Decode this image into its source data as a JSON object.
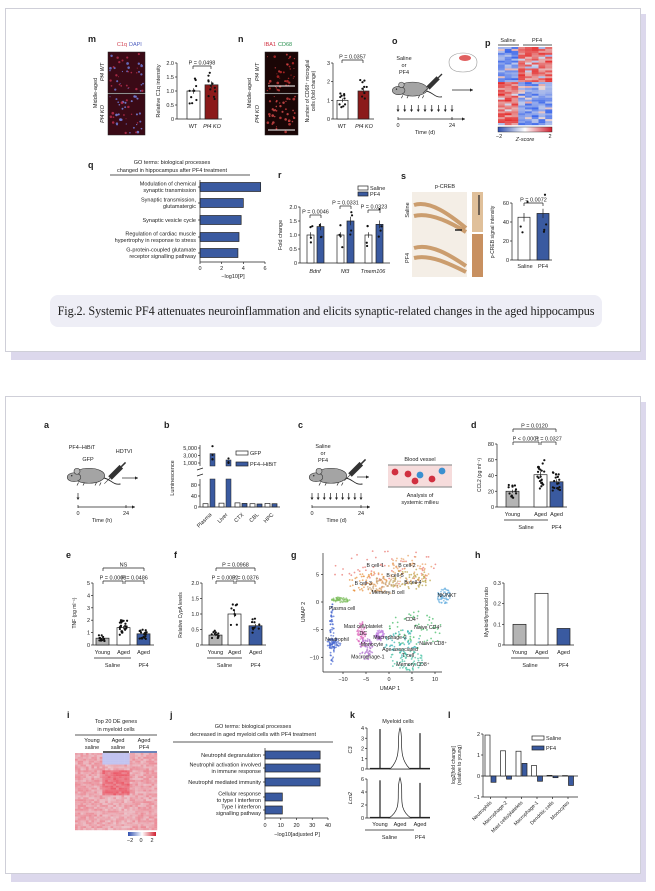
{
  "colors": {
    "pf4_blue": "#3a5aa0",
    "ko_red": "#8b1a1a",
    "young_gray": "#b4b4b4",
    "frame_shadow": "#dcd8ec",
    "caption_bg": "#eeeef6"
  },
  "upper_figure": {
    "caption": "Fig.2. Systemic PF4 attenuates neuroinflammation and elicits synaptic-related changes in the aged hippocampus",
    "panel_m": {
      "label": "m",
      "stain": [
        "C1q",
        "DAPI"
      ],
      "group": "Middle-aged",
      "rows": [
        "Pf4 WT",
        "Pf4 KO"
      ],
      "ylabel": "Relative C1q intensity",
      "yticks": [
        "0",
        "0.5",
        "1.0",
        "1.5",
        "2.0"
      ],
      "ylim": [
        0,
        2
      ],
      "categories": [
        "WT",
        "Pf4 KO"
      ],
      "values": [
        1.0,
        1.22
      ],
      "p_value": "P = 0.0498"
    },
    "panel_n": {
      "label": "n",
      "stain": [
        "IBA1",
        "CD68"
      ],
      "group": "Middle-aged",
      "rows": [
        "Pf4 WT",
        "Pf4 KO"
      ],
      "ylabel": [
        "Number of CD68⁺ microglial",
        "cells (fold change)"
      ],
      "yticks": [
        "0",
        "1",
        "2",
        "3"
      ],
      "ylim": [
        0,
        3
      ],
      "categories": [
        "WT",
        "Pf4 KO"
      ],
      "values": [
        1.0,
        1.5
      ],
      "p_value": "P = 0.0357"
    },
    "panel_o": {
      "label": "o",
      "treatment": [
        "Saline",
        "or",
        "PF4"
      ],
      "time_ticks": [
        "0",
        "24"
      ],
      "time_label": "Time (d)"
    },
    "panel_p": {
      "label": "p",
      "groups": [
        "Saline",
        "PF4"
      ],
      "scale_ticks": [
        "−2",
        "2"
      ],
      "scale_label": "Z-score"
    },
    "panel_q": {
      "label": "q",
      "title": [
        "GO terms: biological processes",
        "changed in hippocampus after PF4 treatment"
      ],
      "terms": [
        [
          "Modulation of chemical",
          "synaptic transmission"
        ],
        [
          "Synaptic transmission,",
          "glutamatergic"
        ],
        [
          "Synaptic vesicle cycle"
        ],
        [
          "Regulation of cardiac muscle",
          "hypertrophy in response to stress"
        ],
        [
          "G-protein-coupled glutamate",
          "receptor signalling pathway"
        ]
      ],
      "values": [
        5.6,
        4.0,
        3.8,
        3.6,
        3.5
      ],
      "xticks": [
        "0",
        "2",
        "4",
        "6"
      ],
      "xlim": [
        0,
        6
      ],
      "xlabel": "−log10[P]"
    },
    "panel_r": {
      "label": "r",
      "ylabel": "Fold change",
      "yticks": [
        "0",
        "0.5",
        "1.0",
        "1.5",
        "2.0"
      ],
      "ylim": [
        0,
        2
      ],
      "legend": [
        "Saline",
        "PF4"
      ],
      "genes": [
        "Bdnf",
        "Nf3",
        "Tmem106"
      ],
      "saline": [
        1.0,
        1.0,
        1.0
      ],
      "pf4": [
        1.3,
        1.5,
        1.38
      ],
      "p_values": [
        "P = 0.0046",
        "P = 0.0331",
        "P = 0.0323"
      ]
    },
    "panel_s": {
      "label": "s",
      "stain": "p-CREB",
      "rows": [
        "Saline",
        "PF4"
      ],
      "ylabel": "p-CREB signal intensity",
      "yticks": [
        "0",
        "20",
        "40",
        "60"
      ],
      "ylim": [
        0,
        60
      ],
      "categories": [
        "Saline",
        "PF4"
      ],
      "values": [
        45,
        49
      ],
      "p_value": "P = 0.0072"
    }
  },
  "lower_figure": {
    "panel_a": {
      "label": "a",
      "construct": "PF4–HiBiT",
      "control": "GFP",
      "method": "HDTVI",
      "time_ticks": [
        "0",
        "24"
      ],
      "time_label": "Time (h)"
    },
    "panel_b": {
      "label": "b",
      "ylabel": "Luminescence",
      "upper_ticks": [
        "1,000",
        "3,000",
        "5,000"
      ],
      "lower_ticks": [
        "0",
        "40",
        "80"
      ],
      "legend": [
        "GFP",
        "PF4–HiBiT"
      ],
      "tissues": [
        "Plasma",
        "Liver",
        "CTX",
        "CBL",
        "HPC"
      ],
      "gfp": [
        12,
        14,
        15,
        12,
        13
      ],
      "pf4_hibit": [
        3500,
        1800,
        13,
        11,
        12
      ]
    },
    "panel_c": {
      "label": "c",
      "treatment": [
        "Saline",
        "or",
        "PF4"
      ],
      "vessel_label": "Blood vessel",
      "analysis": [
        "Analysis of",
        "systemic milieu"
      ],
      "time_ticks": [
        "0",
        "24"
      ],
      "time_label": "Time (d)"
    },
    "panel_d": {
      "label": "d",
      "ylabel": "CCL2 (pg ml⁻¹)",
      "yticks": [
        "0",
        "20",
        "40",
        "60",
        "80"
      ],
      "ylim": [
        0,
        80
      ],
      "categories": [
        "Young",
        "Aged",
        "Aged"
      ],
      "groups": [
        "Saline",
        "PF4"
      ],
      "values": [
        20,
        41,
        32
      ],
      "p_values": [
        "P = 0.0120",
        "P < 0.0001",
        "P = 0.0327"
      ]
    },
    "panel_e": {
      "label": "e",
      "ylabel": "TNF (pg ml⁻¹)",
      "yticks": [
        "0",
        "1",
        "2",
        "3",
        "4",
        "5"
      ],
      "ylim": [
        0,
        5
      ],
      "categories": [
        "Young",
        "Aged",
        "Aged"
      ],
      "groups": [
        "Saline",
        "PF4"
      ],
      "values": [
        0.55,
        1.4,
        0.9
      ],
      "p_values": [
        "NS",
        "P = 0.0008",
        "P = 0.0486"
      ]
    },
    "panel_f": {
      "label": "f",
      "ylabel": "Relative CypA levels",
      "yticks": [
        "0",
        "0.5",
        "1.0",
        "1.5",
        "2.0"
      ],
      "ylim": [
        0,
        2
      ],
      "categories": [
        "Young",
        "Aged",
        "Aged"
      ],
      "groups": [
        "Saline",
        "PF4"
      ],
      "values": [
        0.32,
        1.0,
        0.62
      ],
      "p_values": [
        "P = 0.0968",
        "P = 0.0002",
        "P = 0.0376"
      ]
    },
    "panel_g": {
      "label": "g",
      "xlabel": "UMAP 1",
      "ylabel": "UMAP 2",
      "xticks": [
        "−10",
        "−5",
        "0",
        "5",
        "10"
      ],
      "yticks": [
        "−10",
        "−5",
        "0",
        "5"
      ],
      "clusters": [
        {
          "name": "B cell-1",
          "umap": [
            -3.0,
            6.7
          ],
          "color": "#e9716a"
        },
        {
          "name": "B cell-2",
          "umap": [
            3.9,
            6.7
          ],
          "color": "#e9716a"
        },
        {
          "name": "B cell-5",
          "umap": [
            1.3,
            4.9
          ],
          "color": "#e8a060"
        },
        {
          "name": "B cell-4",
          "umap": [
            5.2,
            3.6
          ],
          "color": "#b8a040"
        },
        {
          "name": "B cell-3",
          "umap": [
            -5.6,
            3.4
          ],
          "color": "#e8903a"
        },
        {
          "name": "Memory B cell",
          "umap": [
            -0.2,
            1.8
          ],
          "color": "#c8a070"
        },
        {
          "name": "NK/NKT",
          "umap": [
            12.6,
            1.3
          ],
          "color": "#6ab0e0"
        },
        {
          "name": "Plasma cell",
          "umap": [
            -10.2,
            -1.1
          ],
          "color": "#7fbf5f"
        },
        {
          "name": "Mast cell/platelet",
          "umap": [
            -5.6,
            -4.3
          ],
          "color": "#d070a0"
        },
        {
          "name": "CD4⁺",
          "umap": [
            5.0,
            -3.1
          ],
          "color": "#2aa8a0"
        },
        {
          "name": "Naive CD4⁺",
          "umap": [
            8.5,
            -4.5
          ],
          "color": "#3cb860"
        },
        {
          "name": "DC",
          "umap": [
            -5.6,
            -5.6
          ],
          "color": "#e070c0"
        },
        {
          "name": "Macrophage-2",
          "umap": [
            0.2,
            -6.3
          ],
          "color": "#b070d0"
        },
        {
          "name": "Neutrophil",
          "umap": [
            -11.3,
            -6.7
          ],
          "color": "#4a6ad0"
        },
        {
          "name": "Naive CD8⁺",
          "umap": [
            9.6,
            -7.4
          ],
          "color": "#3cb878"
        },
        {
          "name": "Monocyte",
          "umap": [
            -3.7,
            -7.6
          ],
          "color": "#c080e0"
        },
        {
          "name": "Age-associated",
          "umap": [
            2.4,
            -8.5
          ],
          "color": "#30b0b0"
        },
        {
          "name": "T cell",
          "umap": [
            4.1,
            -9.6
          ],
          "color": "#30b0b0"
        },
        {
          "name": "Macrophage-1",
          "umap": [
            -4.6,
            -9.9
          ],
          "color": "#a070c0"
        },
        {
          "name": "Memory CD8⁺",
          "umap": [
            5.2,
            -11.2
          ],
          "color": "#40c0a0"
        }
      ]
    },
    "panel_h": {
      "label": "h",
      "ylabel": "Myeloid/lymphoid ratio",
      "yticks": [
        "0",
        "0.1",
        "0.2",
        "0.3"
      ],
      "ylim": [
        0,
        0.3
      ],
      "categories": [
        "Young",
        "Aged",
        "Aged"
      ],
      "groups": [
        "Saline",
        "PF4"
      ],
      "values": [
        0.1,
        0.25,
        0.08
      ]
    },
    "panel_i": {
      "label": "i",
      "title": [
        "Top 20 DE genes",
        "in myeloid cells"
      ],
      "columns": [
        [
          "Young",
          "saline"
        ],
        [
          "Aged",
          "saline"
        ],
        [
          "Aged",
          "PF4"
        ]
      ],
      "scale_ticks": [
        "−2",
        "0",
        "2"
      ]
    },
    "panel_j": {
      "label": "j",
      "title": [
        "GO terms: biological processes",
        "decreased in aged myeloid cells with PF4 treatment"
      ],
      "terms": [
        [
          "Neutrophil degranulation"
        ],
        [
          "Neutrophil activation involved",
          "in immune response"
        ],
        [
          "Neutrophil mediated immunity"
        ],
        [
          "Cellular response",
          "to type I interferon"
        ],
        [
          "Type I interferon",
          "signalling pathway"
        ]
      ],
      "values": [
        35,
        35,
        35,
        11,
        11
      ],
      "xticks": [
        "0",
        "10",
        "20",
        "30",
        "40"
      ],
      "xlim": [
        0,
        40
      ],
      "xlabel": "−log10[adjusted P]"
    },
    "panel_k": {
      "label": "k",
      "title": "Myeloid cells",
      "genes": [
        "C3",
        "Lcn2"
      ],
      "c3_ticks": [
        "0",
        "1",
        "2",
        "3",
        "4"
      ],
      "lcn2_ticks": [
        "0",
        "2",
        "4",
        "6"
      ],
      "categories": [
        "Young",
        "Aged",
        "Aged"
      ],
      "groups": [
        "Saline",
        "PF4"
      ]
    },
    "panel_l": {
      "label": "l",
      "ylabel": [
        "log2[fold change]",
        "(relative to young)"
      ],
      "yticks": [
        "−1",
        "0",
        "1",
        "2"
      ],
      "ylim": [
        -1,
        2
      ],
      "legend": [
        "Saline",
        "PF4"
      ],
      "cell_types": [
        "Neutrophils",
        "Macrophage-2",
        "Mast cells/platelets",
        "Macrophage-1",
        "Dendritic cells",
        "Monocytes"
      ],
      "saline": [
        1.95,
        1.2,
        1.18,
        0.5,
        0.03,
        0.02
      ],
      "pf4": [
        -0.3,
        -0.15,
        0.6,
        -0.25,
        -0.08,
        -0.45
      ]
    }
  }
}
